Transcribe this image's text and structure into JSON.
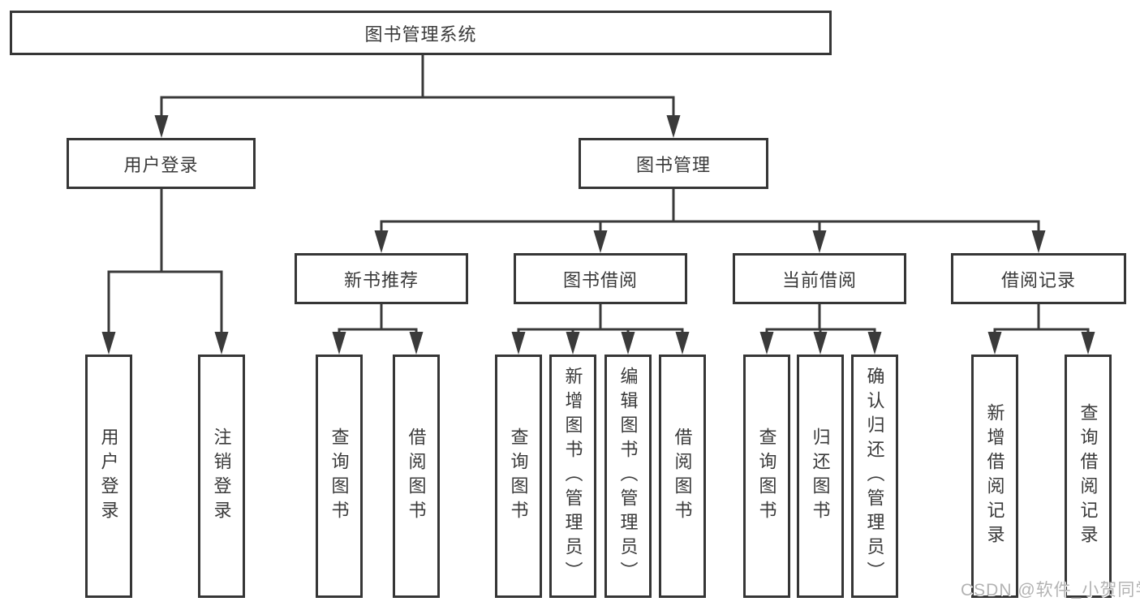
{
  "nodes": {
    "root": {
      "label": "图书管理系统"
    },
    "level2": [
      {
        "label": "用户登录"
      },
      {
        "label": "图书管理"
      }
    ],
    "level3": [
      {
        "label": "新书推荐"
      },
      {
        "label": "图书借阅"
      },
      {
        "label": "当前借阅"
      },
      {
        "label": "借阅记录"
      }
    ],
    "leaves": {
      "user_login": [
        {
          "label": "用户登录"
        },
        {
          "label": "注销登录"
        }
      ],
      "new_book_recommend": [
        {
          "label": "查询图书"
        },
        {
          "label": "借阅图书"
        }
      ],
      "book_borrow": [
        {
          "label": "查询图书"
        },
        {
          "label": "新增图书（管理员）"
        },
        {
          "label": "编辑图书（管理员）"
        },
        {
          "label": "借阅图书"
        }
      ],
      "current_borrow": [
        {
          "label": "查询图书"
        },
        {
          "label": "归还图书"
        },
        {
          "label": "确认归还（管理员）"
        }
      ],
      "borrow_records": [
        {
          "label": "新增借阅记录"
        },
        {
          "label": "查询借阅记录"
        }
      ]
    }
  },
  "watermark": {
    "text": "CSDN @软件_小贺同学"
  },
  "colors": {
    "line": "#3a3a3a",
    "box_border": "#363636",
    "text": "#3a3a3a",
    "background": "#ffffff",
    "watermark": "#b3b3b3"
  }
}
